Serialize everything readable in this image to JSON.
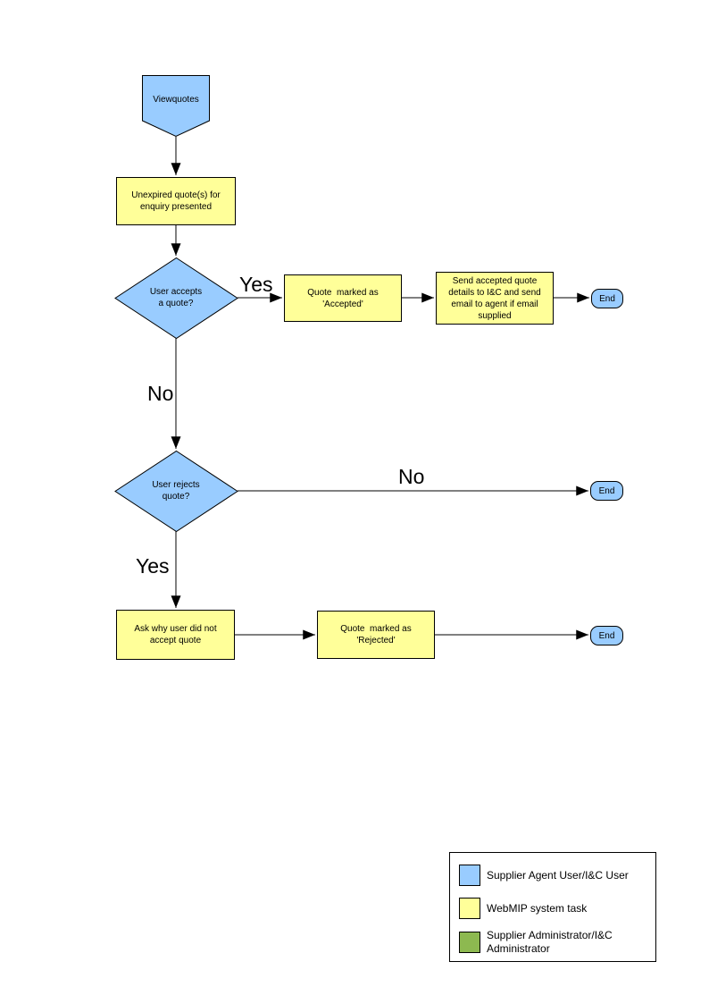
{
  "diagram": {
    "nodes": {
      "start": {
        "type": "off-page-connector",
        "label": "Viewquotes",
        "fill": "#99CCFF"
      },
      "present_quotes": {
        "type": "process",
        "label": "Unexpired quote(s) for enquiry presented",
        "fill": "#FFFF99"
      },
      "accept_decision": {
        "type": "decision",
        "label": "User accepts a quote?",
        "fill": "#99CCFF"
      },
      "mark_accepted": {
        "type": "process",
        "label": "Quote  marked as 'Accepted'",
        "fill": "#FFFF99"
      },
      "send_details": {
        "type": "process",
        "label": "Send accepted quote details to I&C and send email to agent if email supplied",
        "fill": "#FFFF99"
      },
      "end_accepted": {
        "type": "terminator",
        "label": "End",
        "fill": "#99CCFF"
      },
      "reject_decision": {
        "type": "decision",
        "label": "User rejects quote?",
        "fill": "#99CCFF"
      },
      "end_no_reject": {
        "type": "terminator",
        "label": "End",
        "fill": "#99CCFF"
      },
      "ask_why": {
        "type": "process",
        "label": "Ask why user did not accept quote",
        "fill": "#FFFF99"
      },
      "mark_rejected": {
        "type": "process",
        "label": "Quote  marked as 'Rejected'",
        "fill": "#FFFF99"
      },
      "end_rejected": {
        "type": "terminator",
        "label": "End",
        "fill": "#99CCFF"
      }
    },
    "edge_labels": {
      "accept_yes": "Yes",
      "accept_no": "No",
      "reject_no": "No",
      "reject_yes": "Yes"
    },
    "legend": {
      "items": [
        {
          "label": "Supplier Agent User/I&C User",
          "color": "#99CCFF"
        },
        {
          "label": "WebMIP system task",
          "color": "#FFFF99"
        },
        {
          "label": "Supplier Administrator/I&C Administrator",
          "color": "#8DB950"
        }
      ]
    },
    "colors": {
      "node_border": "#000000",
      "connector": "#000000",
      "user_blue": "#99CCFF",
      "system_yellow": "#FFFF99",
      "admin_green": "#8DB950"
    }
  }
}
